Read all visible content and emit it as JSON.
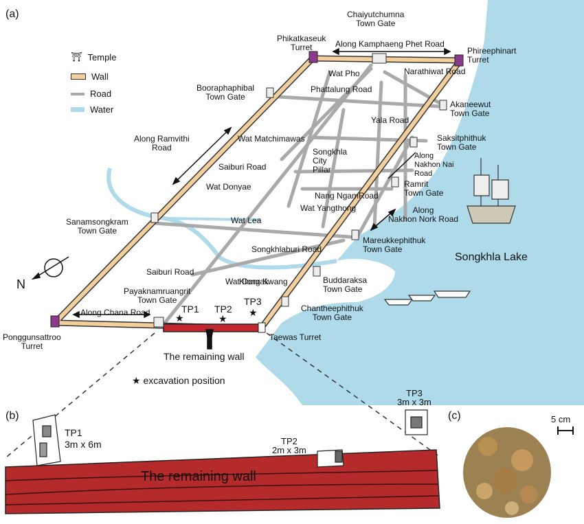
{
  "panels": {
    "a": "(a)",
    "b": "(b)",
    "c": "(c)"
  },
  "legend": {
    "temple": "Temple",
    "wall": "Wall",
    "road": "Road",
    "water": "Water",
    "colors": {
      "wall": "#f2cf9c",
      "road": "#a9a9a9",
      "water": "#aedaea"
    }
  },
  "gates": {
    "chaiyut": "Chaiyutchumna\nTown Gate",
    "booraph": "Booraphaphibal\nTown Gate",
    "akanee": "Akaneewut\nTown Gate",
    "saksit": "Saksitphithuk\nTown Gate",
    "ramrit": "Ramrit\nTown Gate",
    "mareuk": "Mareukkephithuk\nTown Gate",
    "buddar": "Buddaraksa\nTown Gate",
    "chanth": "Chantheephithuk\nTown Gate",
    "payak": "Payaknamruangrit\nTown Gate",
    "sanam": "Sanamsongkram\nTown Gate"
  },
  "turrets": {
    "phikat": "Phikatkaseuk\nTurret",
    "phiree": "Phireephinart\nTurret",
    "ponggun": "Ponggunsattroo\nTurret",
    "taewas": "Taewas Turret"
  },
  "roads": {
    "kamphaeng": "Along Kamphaeng Phet Road",
    "narathiwat": "Narathiwat Road",
    "phattalung": "Phattalung Road",
    "yala": "Yala Road",
    "ramvithi": "Along Ramvithi\nRoad",
    "nakhon_nai": "Along\nNakhon Nai\nRoad",
    "saiburi1": "Saiburi Road",
    "nangngam": "Nang NgamRoad",
    "nakhon_nork": "Along\nNakhon Nork Road",
    "songkhlaburi": "Songkhlaburi Road",
    "saiburi2": "Saiburi Road",
    "chana": "Along Chana Road",
    "klong": "Klong Kwang"
  },
  "temples": {
    "pho": "Wat Pho",
    "matchimawas": "Wat Matchimawas",
    "donyae": "Wat Donyae",
    "lea": "Wat Lea",
    "yangthong": "Wat Yangthong",
    "donrak": "Wat Donrak"
  },
  "pillar": "Songkhla\nCity\nPillar",
  "lake": "Songkhla Lake",
  "north": "N",
  "remaining_wall": "The remaining wall",
  "excavation": "excavation position",
  "star": "★",
  "tp": {
    "tp1": "TP1",
    "tp2": "TP2",
    "tp3": "TP3",
    "tp1_full": "TP1\n3m x 6m",
    "tp2_full": "TP2\n2m x 3m",
    "tp3_full": "TP3\n3m x 3m"
  },
  "wall_b": "The remaining wall",
  "scale": "5 cm"
}
